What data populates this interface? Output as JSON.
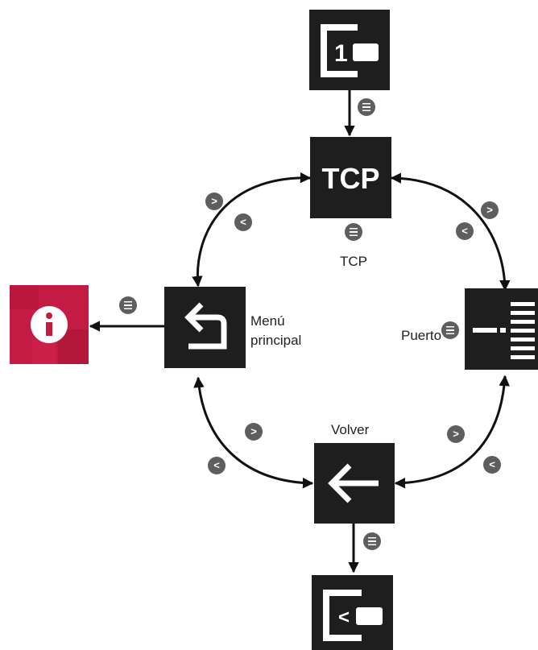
{
  "labels": {
    "tcp": "TCP",
    "menu_line1": "Menú",
    "menu_line2": "principal",
    "port": "Puerto",
    "back": "Volver"
  },
  "badges": {
    "next": ">",
    "prev": "<",
    "enter": "≡"
  },
  "icons": {
    "top": "network-1-icon",
    "tcp": "tcp-text-icon",
    "menu": "return-arrow-icon",
    "port": "port-list-icon",
    "back": "left-arrow-icon",
    "bottom": "network-back-icon",
    "info": "info-icon"
  },
  "icon_text": {
    "top": "1",
    "tcp": "TCP",
    "bottom": "<"
  },
  "colors": {
    "tile": "#1e1e1e",
    "info": "#c41b44",
    "badge": "#5e5e5e",
    "arrow": "#111111"
  }
}
